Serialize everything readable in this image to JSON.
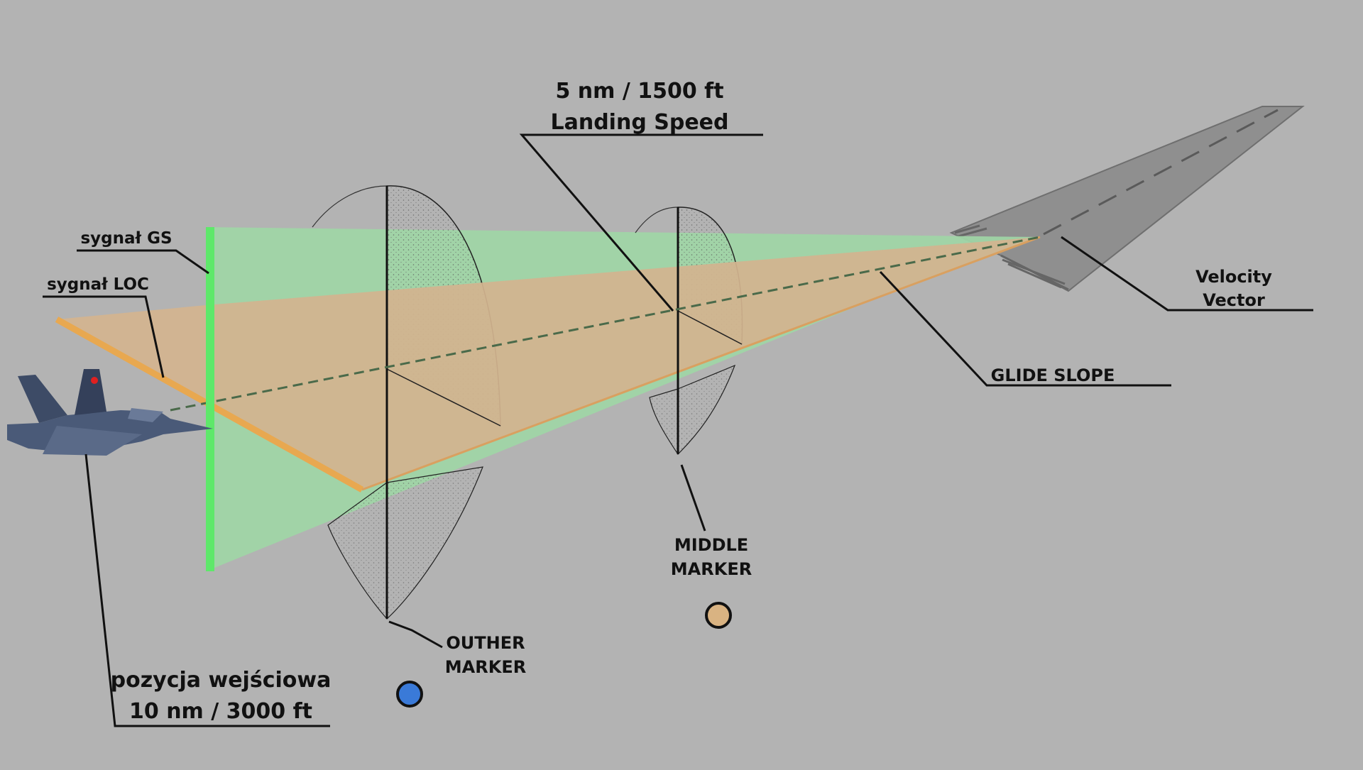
{
  "labels": {
    "approach_point_line1": "5 nm / 1500 ft",
    "approach_point_line2": "Landing Speed",
    "gs_signal": "sygnał GS",
    "loc_signal": "sygnał LOC",
    "velocity_vector_line1": "Velocity",
    "velocity_vector_line2": "Vector",
    "glide_slope": "GLIDE SLOPE",
    "middle_marker_line1": "MIDDLE",
    "middle_marker_line2": "MARKER",
    "outer_marker_line1": "OUTHER",
    "outer_marker_line2": "MARKER",
    "entry_position_line1": "pozycja wejściowa",
    "entry_position_line2": "10 nm / 3000 ft"
  },
  "colors": {
    "background": "#b3b3b3",
    "gs_plane": "#9fd6a6",
    "gs_edge": "#5ee86a",
    "loc_plane": "#d3b48f",
    "loc_edge": "#e8a850",
    "runway": "#8f8f8f",
    "outer_marker_light": "#3a7ad8",
    "middle_marker_light": "#d9b382",
    "aircraft": "#4a5a78"
  }
}
